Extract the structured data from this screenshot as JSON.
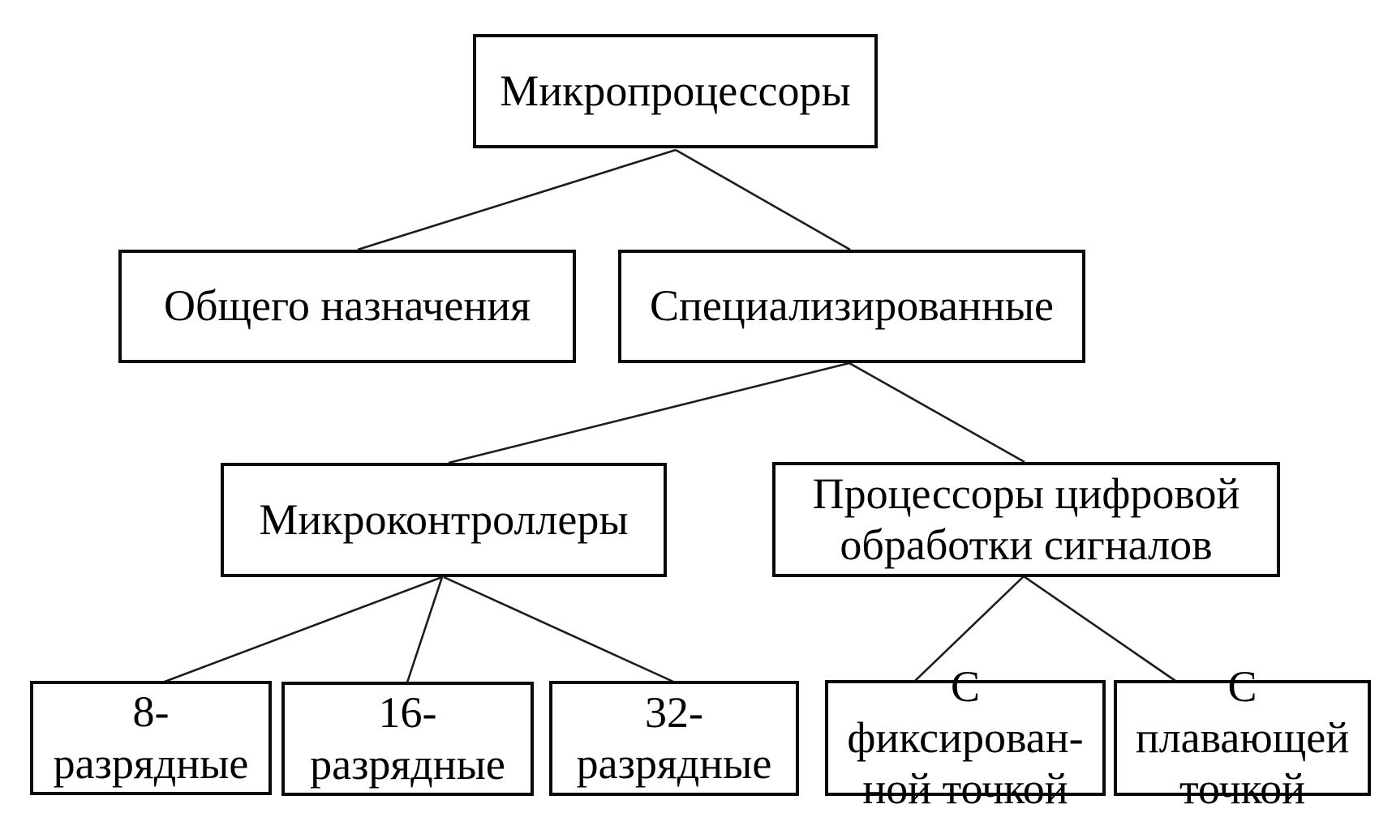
{
  "diagram": {
    "type": "tree",
    "language": "ru",
    "colors": {
      "background": "#ffffff",
      "box_border": "#0a0a0a",
      "text": "#000000",
      "connector_line": "#1c1c1c"
    },
    "nodes": {
      "root": {
        "label": "Микропроцессоры"
      },
      "general": {
        "label": "Общего назначения"
      },
      "specialized": {
        "label": "Специализированные"
      },
      "mcu": {
        "label": "Микроконтроллеры"
      },
      "dsp": {
        "label": "Процессоры цифровой\nобработки сигналов"
      },
      "bit8": {
        "label": "8-разрядные"
      },
      "bit16": {
        "label": "16-разрядные"
      },
      "bit32": {
        "label": "32-разрядные"
      },
      "fixed": {
        "label": "С фиксирован-\nной точкой"
      },
      "floating": {
        "label": "С плавающей\nточкой"
      }
    },
    "edges": [
      {
        "from": "root",
        "to": "general"
      },
      {
        "from": "root",
        "to": "specialized"
      },
      {
        "from": "specialized",
        "to": "mcu"
      },
      {
        "from": "specialized",
        "to": "dsp"
      },
      {
        "from": "mcu",
        "to": "bit8"
      },
      {
        "from": "mcu",
        "to": "bit16"
      },
      {
        "from": "mcu",
        "to": "bit32"
      },
      {
        "from": "dsp",
        "to": "fixed"
      },
      {
        "from": "dsp",
        "to": "floating"
      }
    ]
  }
}
